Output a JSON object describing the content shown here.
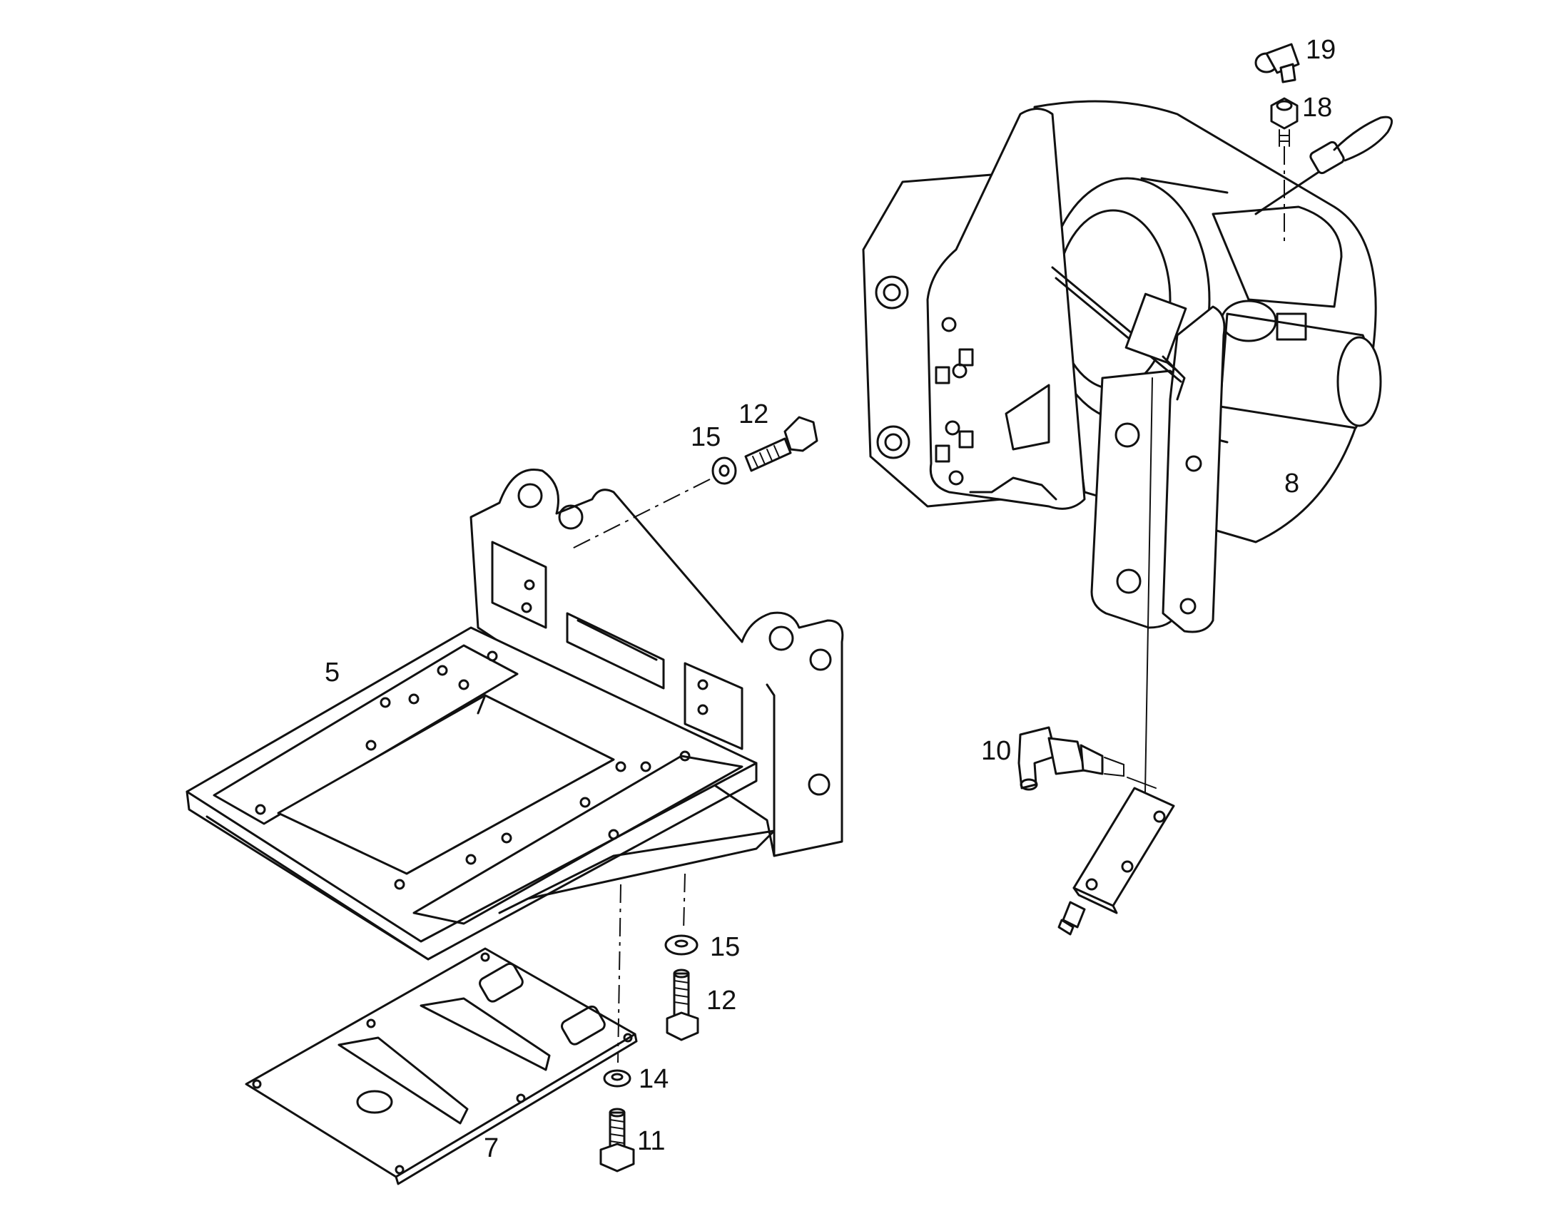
{
  "callouts": {
    "c19": "19",
    "c18": "18",
    "c15_top": "15",
    "c12_top": "12",
    "c8": "8",
    "c5": "5",
    "c10": "10",
    "c15_bottom": "15",
    "c12_bottom": "12",
    "c14": "14",
    "c11": "11",
    "c7": "7"
  },
  "colors": {
    "line": "#111111",
    "background": "#ffffff"
  }
}
